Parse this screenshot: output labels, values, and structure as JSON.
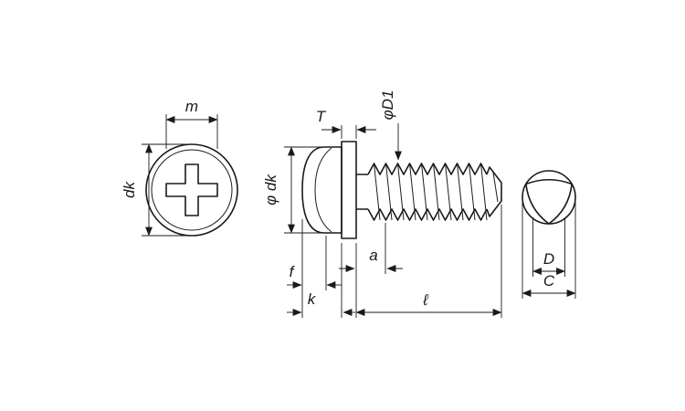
{
  "colors": {
    "line": "#1a1a1a",
    "background": "#ffffff"
  },
  "front_view": {
    "label_m": "m",
    "label_dk": "dk"
  },
  "side_view": {
    "label_T": "T",
    "label_phi_dk": "φ dk",
    "label_phi_D1": "φD1",
    "label_a": "a",
    "label_f": "f",
    "label_k": "k",
    "label_l": "ℓ"
  },
  "section_view": {
    "label_D": "D",
    "label_C": "C"
  }
}
